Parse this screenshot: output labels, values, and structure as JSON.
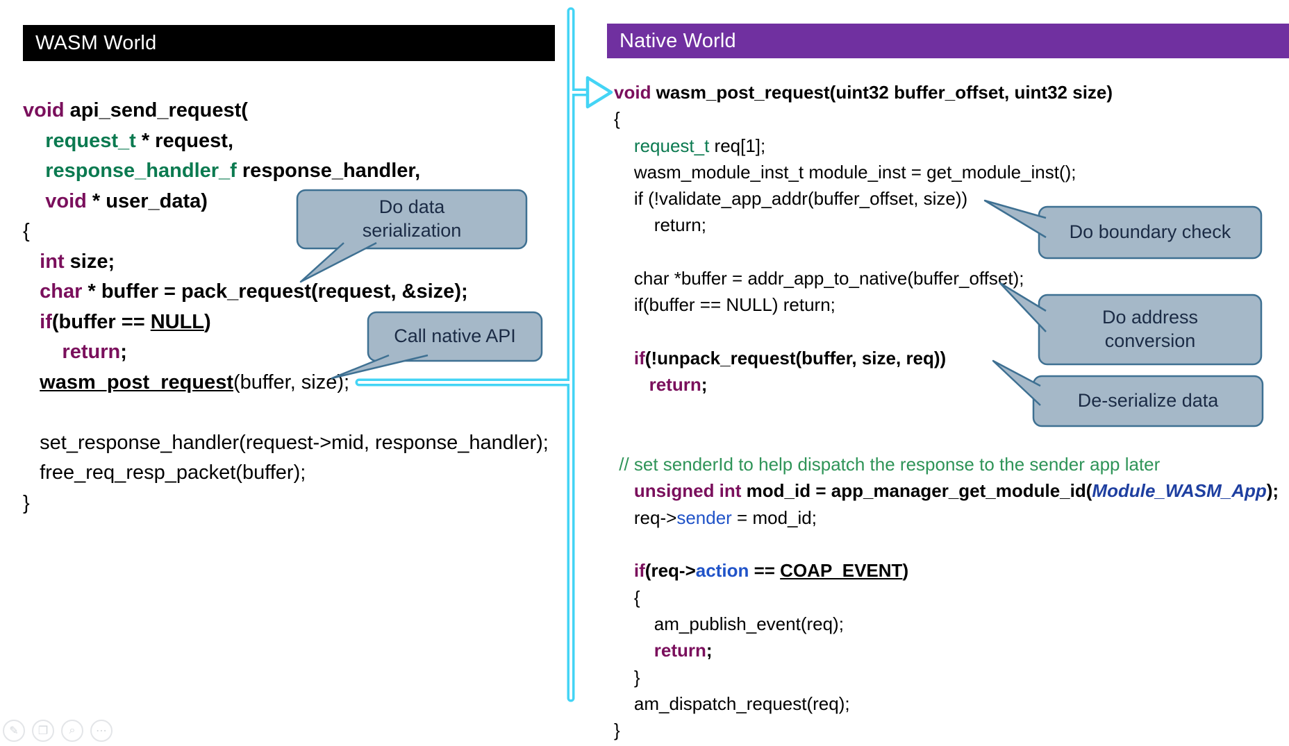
{
  "headers": {
    "wasm_world": "WASM World",
    "native_world": "Native World"
  },
  "callouts": {
    "serialization": {
      "text": "Do data serialization"
    },
    "call_native": {
      "text": "Call native API"
    },
    "boundary": {
      "text": "Do boundary check"
    },
    "address": {
      "text": "Do address conversion"
    },
    "deserialize": {
      "text": "De-serialize data"
    }
  },
  "left_code": {
    "lines": [
      {
        "seg": [
          {
            "t": "void ",
            "s": "kw"
          },
          {
            "t": "api_send_request(",
            "s": "b"
          }
        ]
      },
      {
        "seg": [
          {
            "t": "    ",
            "s": "b"
          },
          {
            "t": "request_t",
            "s": "type"
          },
          {
            "t": " * request,",
            "s": "b"
          }
        ]
      },
      {
        "seg": [
          {
            "t": "    ",
            "s": "b"
          },
          {
            "t": "response_handler_f",
            "s": "type"
          },
          {
            "t": " response_handler,",
            "s": "b"
          }
        ]
      },
      {
        "seg": [
          {
            "t": "    ",
            "s": "b"
          },
          {
            "t": "void",
            "s": "kw"
          },
          {
            "t": " * user_data)",
            "s": "b"
          }
        ]
      },
      {
        "seg": [
          {
            "t": "{",
            "s": "r"
          }
        ]
      },
      {
        "seg": [
          {
            "t": "   ",
            "s": "r"
          },
          {
            "t": "int",
            "s": "kw"
          },
          {
            "t": " size;",
            "s": "b"
          }
        ]
      },
      {
        "seg": [
          {
            "t": "   ",
            "s": "r"
          },
          {
            "t": "char",
            "s": "kw"
          },
          {
            "t": " * buffer = pack_request(request, &size);",
            "s": "b"
          }
        ]
      },
      {
        "seg": [
          {
            "t": "   ",
            "s": "r"
          },
          {
            "t": "if",
            "s": "kw"
          },
          {
            "t": "(buffer == ",
            "s": "b"
          },
          {
            "t": "NULL",
            "s": "bu"
          },
          {
            "t": ")",
            "s": "b"
          }
        ]
      },
      {
        "seg": [
          {
            "t": "       ",
            "s": "r"
          },
          {
            "t": "return",
            "s": "kw"
          },
          {
            "t": ";",
            "s": "b"
          }
        ]
      },
      {
        "seg": [
          {
            "t": "   ",
            "s": "r"
          },
          {
            "t": "wasm_post_request",
            "s": "bu"
          },
          {
            "t": "(buffer, size);",
            "s": "r"
          }
        ]
      },
      {
        "seg": []
      },
      {
        "seg": [
          {
            "t": "   set_response_handler(request->mid, response_handler);",
            "s": "r"
          }
        ]
      },
      {
        "seg": [
          {
            "t": "   free_req_resp_packet(buffer);",
            "s": "r"
          }
        ]
      },
      {
        "seg": [
          {
            "t": "}",
            "s": "r"
          }
        ]
      }
    ]
  },
  "right_code": {
    "lines": [
      {
        "seg": [
          {
            "t": "void ",
            "s": "kw"
          },
          {
            "t": "wasm_post_request(uint32 buffer_offset, uint32 size)",
            "s": "b"
          }
        ]
      },
      {
        "seg": [
          {
            "t": "{",
            "s": "r"
          }
        ]
      },
      {
        "seg": [
          {
            "t": "    ",
            "s": "r"
          },
          {
            "t": "request_t",
            "s": "g"
          },
          {
            "t": " req[1];",
            "s": "r"
          }
        ]
      },
      {
        "seg": [
          {
            "t": "    wasm_module_inst_t module_inst = get_module_inst();",
            "s": "r"
          }
        ]
      },
      {
        "seg": [
          {
            "t": "    if (!validate_app_addr(buffer_offset, size))",
            "s": "r"
          }
        ]
      },
      {
        "seg": [
          {
            "t": "        return;",
            "s": "r"
          }
        ]
      },
      {
        "seg": []
      },
      {
        "seg": [
          {
            "t": "    char *buffer = addr_app_to_native(buffer_offset);",
            "s": "r"
          }
        ]
      },
      {
        "seg": [
          {
            "t": "    if(buffer == NULL) return;",
            "s": "r"
          }
        ]
      },
      {
        "seg": []
      },
      {
        "seg": [
          {
            "t": "    ",
            "s": "r"
          },
          {
            "t": "if",
            "s": "kw"
          },
          {
            "t": "(!unpack_request(buffer, size, req))",
            "s": "b"
          }
        ]
      },
      {
        "seg": [
          {
            "t": "       ",
            "s": "r"
          },
          {
            "t": "return",
            "s": "kw"
          },
          {
            "t": ";",
            "s": "b"
          }
        ]
      },
      {
        "seg": []
      },
      {
        "seg": []
      },
      {
        "seg": [
          {
            "t": " // set senderId to help dispatch the response to the sender app later",
            "s": "cmt"
          }
        ]
      },
      {
        "seg": [
          {
            "t": "    ",
            "s": "r"
          },
          {
            "t": "unsigned int",
            "s": "kw"
          },
          {
            "t": " mod_id = app_manager_get_module_id(",
            "s": "b"
          },
          {
            "t": "Module_WASM_App",
            "s": "bluebi"
          },
          {
            "t": ");",
            "s": "b"
          }
        ]
      },
      {
        "seg": [
          {
            "t": "    req->",
            "s": "r"
          },
          {
            "t": "sender",
            "s": "blue"
          },
          {
            "t": " = mod_id;",
            "s": "r"
          }
        ]
      },
      {
        "seg": []
      },
      {
        "seg": [
          {
            "t": "    ",
            "s": "r"
          },
          {
            "t": "if",
            "s": "kw"
          },
          {
            "t": "(req->",
            "s": "b"
          },
          {
            "t": "action",
            "s": "blueb"
          },
          {
            "t": " == ",
            "s": "b"
          },
          {
            "t": "COAP_EVENT",
            "s": "bu"
          },
          {
            "t": ")",
            "s": "b"
          }
        ]
      },
      {
        "seg": [
          {
            "t": "    {",
            "s": "r"
          }
        ]
      },
      {
        "seg": [
          {
            "t": "        am_publish_event(req);",
            "s": "r"
          }
        ]
      },
      {
        "seg": [
          {
            "t": "        ",
            "s": "r"
          },
          {
            "t": "return",
            "s": "kw"
          },
          {
            "t": ";",
            "s": "b"
          }
        ]
      },
      {
        "seg": [
          {
            "t": "    }",
            "s": "r"
          }
        ]
      },
      {
        "seg": [
          {
            "t": "    am_dispatch_request(req);",
            "s": "r"
          }
        ]
      },
      {
        "seg": [
          {
            "t": "}",
            "s": "r"
          }
        ]
      }
    ]
  },
  "toolbar": {
    "icons": [
      {
        "name": "pen-tool",
        "glyph": "✎"
      },
      {
        "name": "slides-tool",
        "glyph": "❐"
      },
      {
        "name": "zoom-tool",
        "glyph": "⌕"
      },
      {
        "name": "more-tool",
        "glyph": "⋯"
      }
    ]
  },
  "colors": {
    "purple": "#7030A0",
    "kw": "#7a0f5c",
    "type": "#0b7a50",
    "comment": "#2f9458",
    "blue": "#2053c8",
    "bluedark": "#1e3fa0",
    "cyan": "#44d4f5",
    "callout-fill": "#a5b8c8",
    "callout-border": "#3e7092",
    "callout-text": "#1b2b45"
  }
}
